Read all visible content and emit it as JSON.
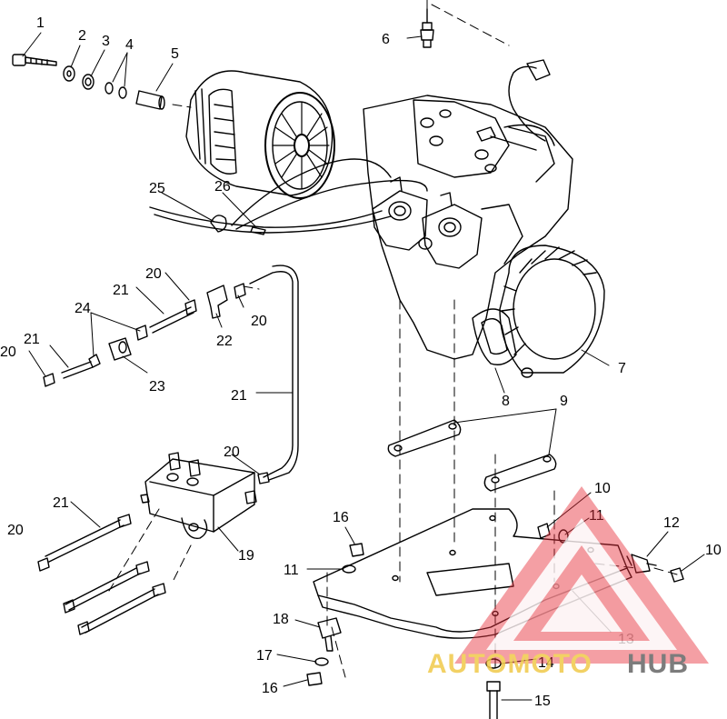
{
  "diagram": {
    "parts": [
      {
        "id": "p1",
        "label": "1"
      },
      {
        "id": "p2",
        "label": "2"
      },
      {
        "id": "p3",
        "label": "3"
      },
      {
        "id": "p4",
        "label": "4"
      },
      {
        "id": "p5",
        "label": "5"
      },
      {
        "id": "p6",
        "label": "6"
      },
      {
        "id": "p7",
        "label": "7"
      },
      {
        "id": "p8",
        "label": "8"
      },
      {
        "id": "p9",
        "label": "9"
      },
      {
        "id": "p10a",
        "label": "10"
      },
      {
        "id": "p10b",
        "label": "10"
      },
      {
        "id": "p11a",
        "label": "11"
      },
      {
        "id": "p11b",
        "label": "11"
      },
      {
        "id": "p12",
        "label": "12"
      },
      {
        "id": "p13",
        "label": "13"
      },
      {
        "id": "p14",
        "label": "14"
      },
      {
        "id": "p15",
        "label": "15"
      },
      {
        "id": "p16a",
        "label": "16"
      },
      {
        "id": "p16b",
        "label": "16"
      },
      {
        "id": "p17",
        "label": "17"
      },
      {
        "id": "p18",
        "label": "18"
      },
      {
        "id": "p19",
        "label": "19"
      },
      {
        "id": "p20a",
        "label": "20"
      },
      {
        "id": "p20b",
        "label": "20"
      },
      {
        "id": "p20c",
        "label": "20"
      },
      {
        "id": "p20d",
        "label": "20"
      },
      {
        "id": "p20e",
        "label": "20"
      },
      {
        "id": "p21a",
        "label": "21"
      },
      {
        "id": "p21b",
        "label": "21"
      },
      {
        "id": "p21c",
        "label": "21"
      },
      {
        "id": "p21d",
        "label": "21"
      },
      {
        "id": "p22",
        "label": "22"
      },
      {
        "id": "p23",
        "label": "23"
      },
      {
        "id": "p24",
        "label": "24"
      },
      {
        "id": "p25",
        "label": "25"
      },
      {
        "id": "p26",
        "label": "26"
      }
    ]
  },
  "watermark": {
    "part1": "AUTOMOTO",
    "part2": "HUB",
    "color_red": "#e8323c",
    "color_yellow": "#f0c94a",
    "color_gray": "#666666"
  }
}
